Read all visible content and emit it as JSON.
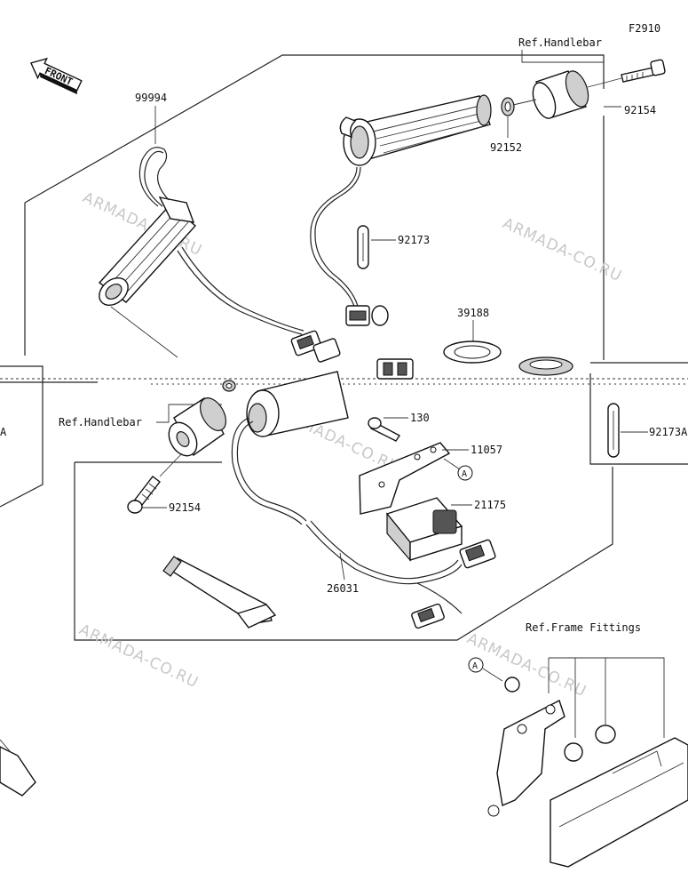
{
  "figure_code": "F2910",
  "front_label": "FRONT",
  "watermark": "ARMADA-CO.RU",
  "refs": {
    "handlebar_top": "Ref.Handlebar",
    "handlebar_left": "Ref.Handlebar",
    "frame_fittings": "Ref.Frame Fittings"
  },
  "callouts": {
    "assembly": "99994",
    "screw_top": "92154",
    "washer": "92152",
    "clip_center": "92173",
    "grommet": "39188",
    "clip_right": "92173A",
    "bolt": "130",
    "bracket": "11057",
    "controller": "21175",
    "harness": "26031",
    "screw_left": "92154"
  },
  "markers": {
    "a1": "A",
    "a2": "A",
    "a3": "A"
  },
  "colors": {
    "line": "#222222",
    "watermark": "#c8c8c8"
  }
}
